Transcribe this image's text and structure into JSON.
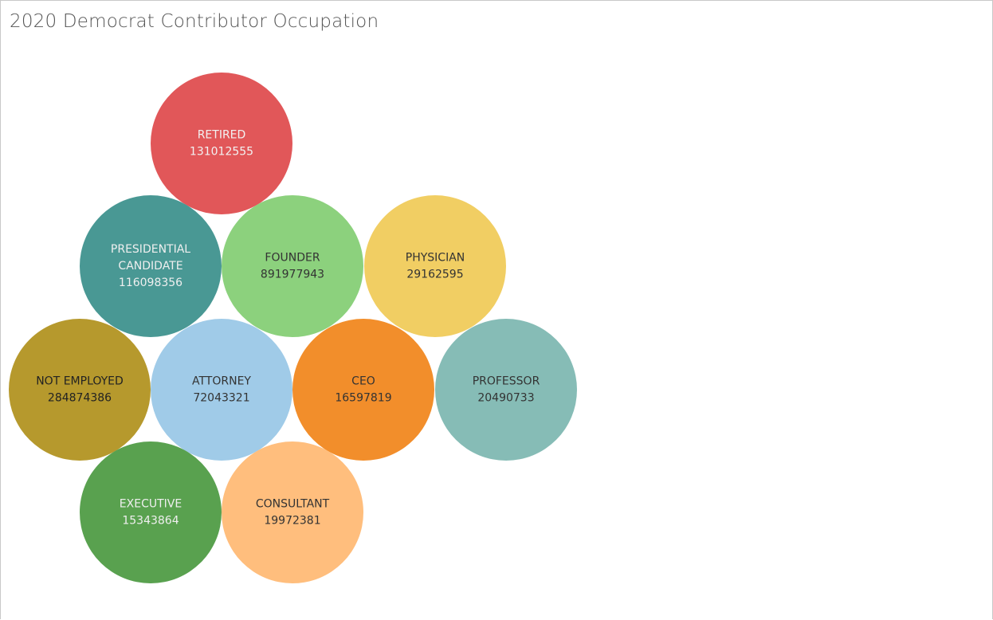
{
  "title": "2020 Democrat Contributor Occupation",
  "chart_data": {
    "type": "bubble",
    "title": "2020 Democrat Contributor Occupation",
    "series": [
      {
        "name": "RETIRED",
        "label_lines": [
          "RETIRED"
        ],
        "value": 131012555,
        "color": "#E15759",
        "text_color": "#F2F2F2"
      },
      {
        "name": "PRESIDENTIAL CANDIDATE",
        "label_lines": [
          "PRESIDENTIAL",
          "CANDIDATE"
        ],
        "value": 116098356,
        "color": "#499894",
        "text_color": "#EFEFEF"
      },
      {
        "name": "FOUNDER",
        "label_lines": [
          "FOUNDER"
        ],
        "value": 891977943,
        "color": "#8CD17D",
        "text_color": "#333333"
      },
      {
        "name": "PHYSICIAN",
        "label_lines": [
          "PHYSICIAN"
        ],
        "value": 29162595,
        "color": "#F1CE63",
        "text_color": "#333333"
      },
      {
        "name": "NOT EMPLOYED",
        "label_lines": [
          "NOT EMPLOYED"
        ],
        "value": 284874386,
        "color": "#B6992D",
        "text_color": "#222222"
      },
      {
        "name": "ATTORNEY",
        "label_lines": [
          "ATTORNEY"
        ],
        "value": 72043321,
        "color": "#A0CBE8",
        "text_color": "#333333"
      },
      {
        "name": "CEO",
        "label_lines": [
          "CEO"
        ],
        "value": 16597819,
        "color": "#F28E2B",
        "text_color": "#333333"
      },
      {
        "name": "PROFESSOR",
        "label_lines": [
          "PROFESSOR"
        ],
        "value": 20490733,
        "color": "#86BCB6",
        "text_color": "#333333"
      },
      {
        "name": "EXECUTIVE",
        "label_lines": [
          "EXECUTIVE"
        ],
        "value": 15343864,
        "color": "#59A14F",
        "text_color": "#EFEFEF"
      },
      {
        "name": "CONSULTANT",
        "label_lines": [
          "CONSULTANT"
        ],
        "value": 19972381,
        "color": "#FFBE7D",
        "text_color": "#333333"
      }
    ]
  }
}
